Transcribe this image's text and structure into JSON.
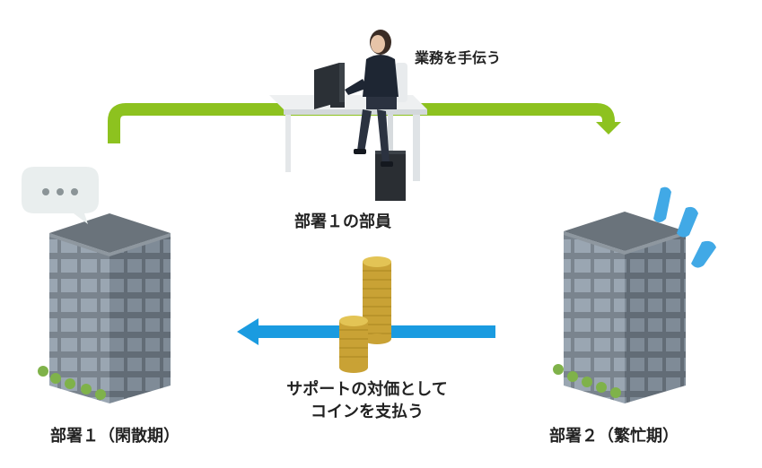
{
  "labels": {
    "help_task": "業務を手伝う",
    "dept1_member": "部署１の部員",
    "payment_line1": "サポートの対価として",
    "payment_line2": "コインを支払う",
    "dept1": "部署１（閑散期）",
    "dept2": "部署２（繁忙期）"
  },
  "colors": {
    "green_arrow": "#8dc21f",
    "blue_arrow": "#1a9be0",
    "building_body": "#7d8791",
    "building_roof": "#5f6870",
    "coin_gold": "#d8b440",
    "sweat_drop": "#41a9e6",
    "speech_bubble": "#e9eeee"
  },
  "icons": {
    "speech_bubble": "ellipsis-speech-bubble-icon",
    "sweat": "sweat-drops-icon",
    "coins": "coin-stack-icon"
  }
}
